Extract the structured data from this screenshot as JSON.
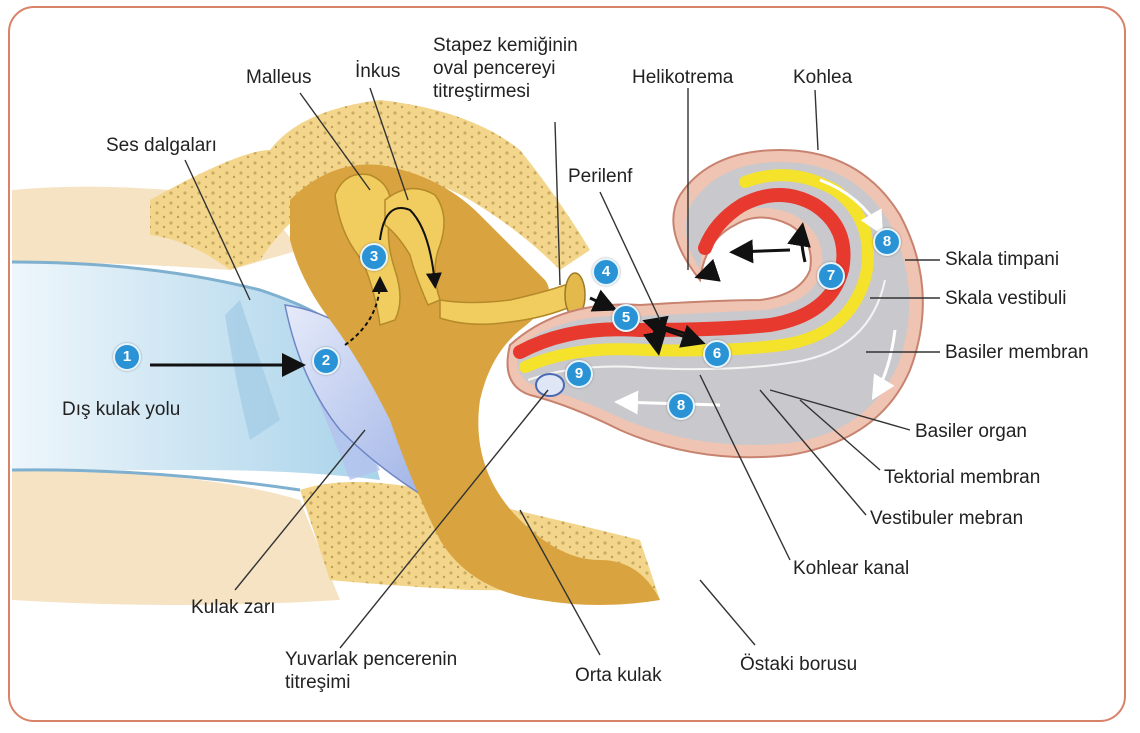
{
  "labels": {
    "malleus": "Malleus",
    "inkus": "İnkus",
    "stapez": [
      "Stapez kemiğinin",
      "oval pencereyi",
      "titreştirmesi"
    ],
    "helikotrema": "Helikotrema",
    "kohlea": "Kohlea",
    "ses_dalgalari": "Ses dalgaları",
    "perilenf": "Perilenf",
    "skala_timpani": "Skala timpani",
    "skala_vestibuli": "Skala vestibuli",
    "basiler_membran": "Basiler membran",
    "dis_kulak_yolu": "Dış kulak yolu",
    "basiler_organ": "Basiler organ",
    "tektorial_membran": "Tektorial membran",
    "vestibuler_mebran": "Vestibuler mebran",
    "kohlear_kanal": "Kohlear kanal",
    "kulak_zari": "Kulak zarı",
    "yuvarlak": [
      "Yuvarlak pencerenin",
      "titreşimi"
    ],
    "orta_kulak": "Orta kulak",
    "ostaki_borusu": "Östaki borusu"
  },
  "steps": [
    "1",
    "2",
    "3",
    "4",
    "5",
    "6",
    "7",
    "8",
    "8",
    "9"
  ],
  "colors": {
    "frame": "#d9826a",
    "bone": "#f3d68c",
    "ossicle": "#e9c15a",
    "middle_ear": "#d9a43f",
    "perilymph": "#c9c9cd",
    "basilar_red": "#e8392e",
    "tectorial_yellow": "#f4e32a",
    "badge": "#2a93d5",
    "eardrum": "#b9c7ec",
    "canal": "#cfe6f3"
  }
}
